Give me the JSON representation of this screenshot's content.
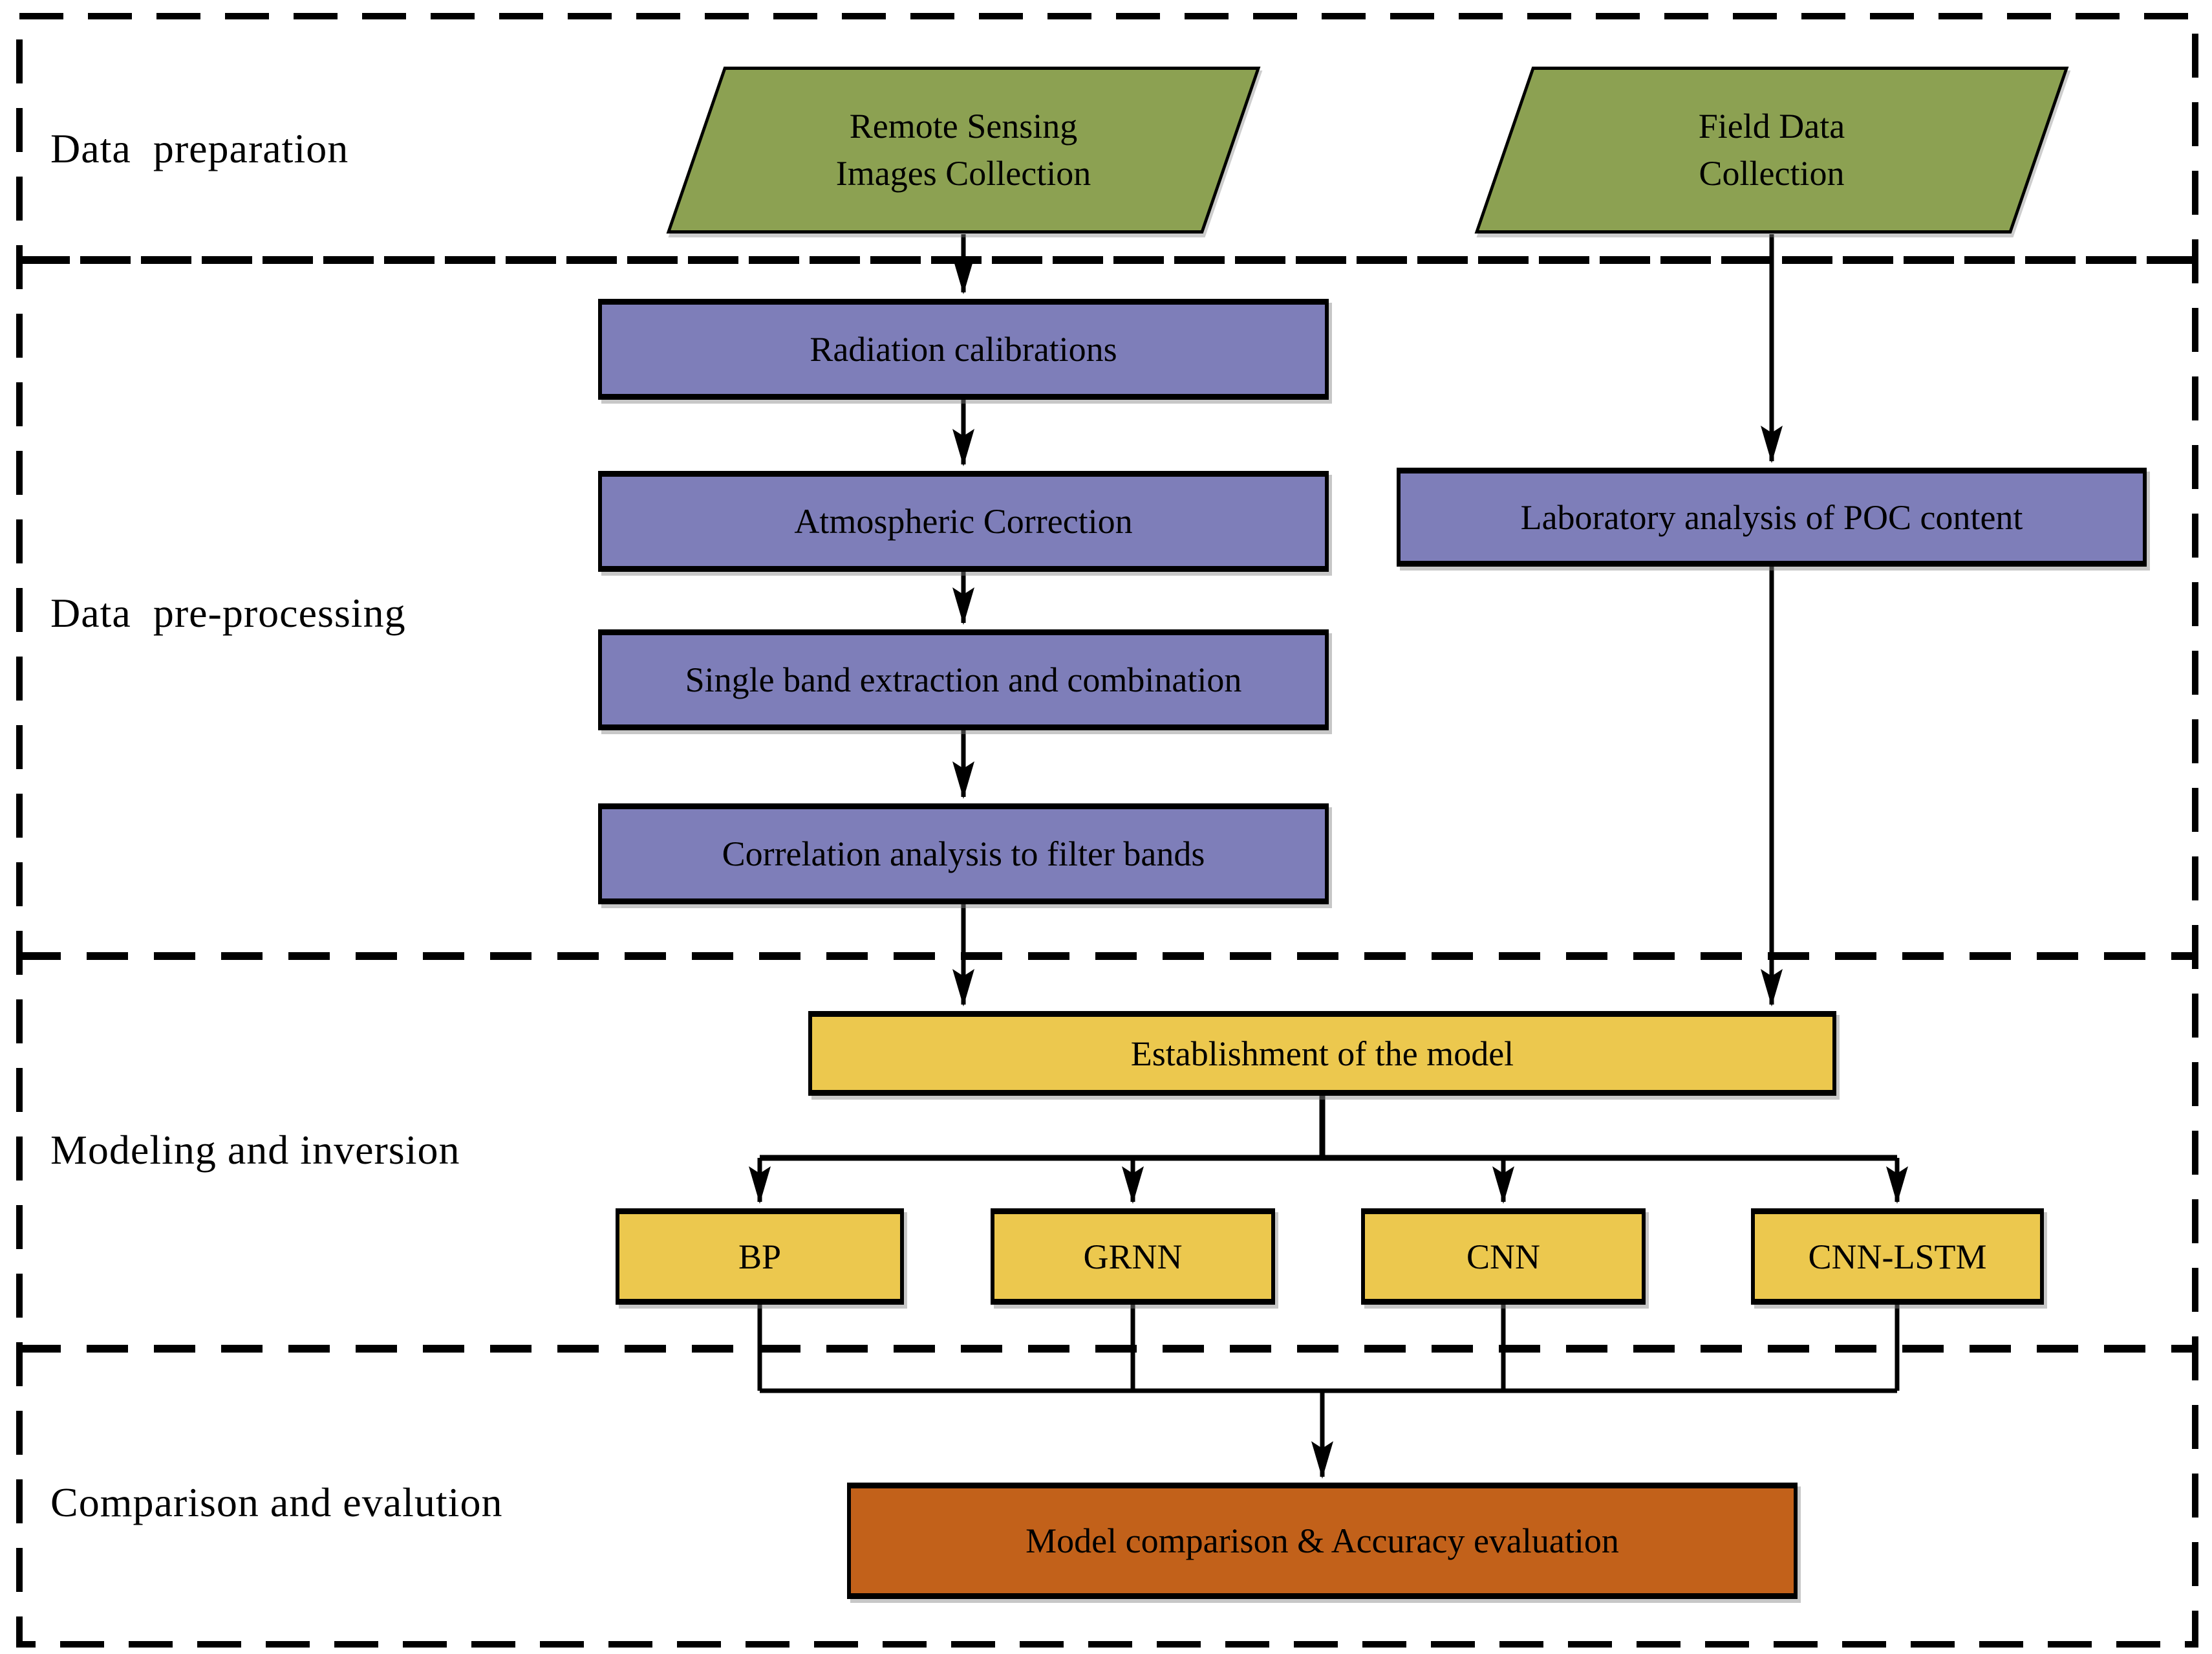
{
  "sections": [
    {
      "label": "Data  preparation"
    },
    {
      "label": "Data  pre-processing"
    },
    {
      "label": "Modeling and inversion"
    },
    {
      "label": "Comparison and evalution"
    }
  ],
  "nodes": {
    "remote_sensing": {
      "label": "Remote Sensing\nImages Collection",
      "shape": "parallelogram"
    },
    "field_data": {
      "label": "Field Data\nCollection",
      "shape": "parallelogram"
    },
    "radiation": {
      "label": "Radiation calibrations",
      "shape": "rect"
    },
    "atmospheric": {
      "label": "Atmospheric Correction",
      "shape": "rect"
    },
    "single_band": {
      "label": "Single band extraction and combination",
      "shape": "rect"
    },
    "correlation": {
      "label": "Correlation analysis to filter bands",
      "shape": "rect"
    },
    "laboratory": {
      "label": "Laboratory analysis of POC content",
      "shape": "rect"
    },
    "establishment": {
      "label": "Establishment of the model",
      "shape": "rect"
    },
    "bp": {
      "label": "BP",
      "shape": "rect"
    },
    "grnn": {
      "label": "GRNN",
      "shape": "rect"
    },
    "cnn": {
      "label": "CNN",
      "shape": "rect"
    },
    "cnn_lstm": {
      "label": "CNN-LSTM",
      "shape": "rect"
    },
    "evaluation": {
      "label": "Model comparison & Accuracy evaluation",
      "shape": "rect"
    }
  },
  "colors": {
    "green": "#8CA152",
    "purple": "#7E7EB9",
    "yellow": "#ECC84E",
    "orange": "#C2611A",
    "line": "#000000",
    "background": "#FFFFFF"
  }
}
